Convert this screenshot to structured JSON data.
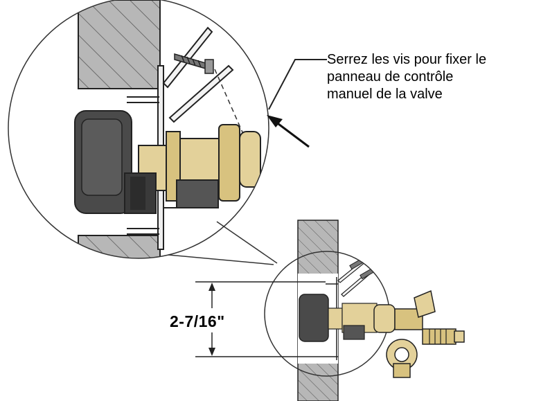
{
  "callout": {
    "lines": [
      "Serrez les vis pour fixer le",
      "panneau de contrôle",
      "manuel de la valve"
    ]
  },
  "dimension": {
    "label": "2-7/16\""
  },
  "colors": {
    "brass": "#e3d19a",
    "brass_dark": "#b9a25c",
    "knob": "#4a4a4a",
    "knob_dark": "#2c2c2c",
    "wall": "#b7b7b7",
    "outline": "#222222"
  }
}
